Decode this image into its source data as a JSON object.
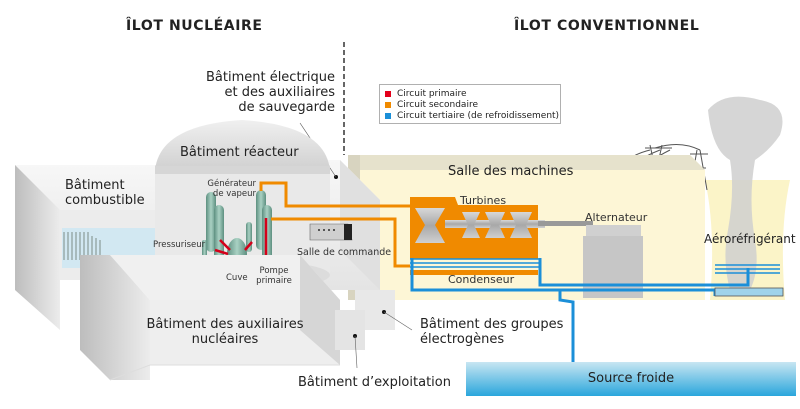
{
  "titles": {
    "nuclear_island": "ÎLOT NUCLÉAIRE",
    "conventional_island": "ÎLOT CONVENTIONNEL"
  },
  "legend": {
    "items": [
      {
        "label": "Circuit primaire",
        "color": "#e3001b"
      },
      {
        "label": "Circuit secondaire",
        "color": "#f08a00"
      },
      {
        "label": "Circuit tertiaire (de refroidissement)",
        "color": "#1b8fd8"
      }
    ]
  },
  "labels": {
    "electrical_building": [
      "Bâtiment électrique",
      "et des auxiliaires",
      "de sauvegarde"
    ],
    "reactor_building": "Bâtiment réacteur",
    "fuel_building": [
      "Bâtiment",
      "combustible"
    ],
    "steam_generator": [
      "Générateur",
      "de vapeur"
    ],
    "pressurizer": "Pressuriseur",
    "vessel": "Cuve",
    "primary_pump": [
      "Pompe",
      "primaire"
    ],
    "control_room": "Salle de commande",
    "turbine_hall": "Salle des machines",
    "turbines": "Turbines",
    "alternator": "Alternateur",
    "condenser": "Condenseur",
    "cooling_tower": "Aéroréfrigérant",
    "nuclear_aux_building": [
      "Bâtiment des auxiliaires",
      "nucléaires"
    ],
    "generator_building": [
      "Bâtiment des groupes",
      "électrogènes"
    ],
    "operations_building": "Bâtiment d’exploitation",
    "cold_source": "Source froide"
  },
  "colors": {
    "primary": "#e3001b",
    "secondary": "#f08a00",
    "tertiary": "#1b8fd8",
    "turbine_hall_bg": "#fdf6d6",
    "building_grey": "#e6e6e6",
    "water": "#9fd3ea"
  }
}
